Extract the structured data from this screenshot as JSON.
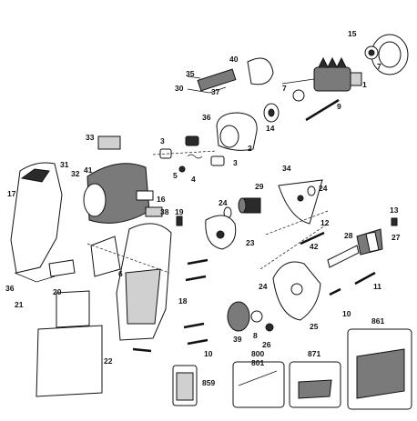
{
  "callouts": {
    "c1": "1",
    "c2": "2",
    "c3a": "3",
    "c3b": "3",
    "c4": "4",
    "c5": "5",
    "c6": "6",
    "c7a": "7",
    "c7b": "7",
    "c8": "8",
    "c9": "9",
    "c10a": "10",
    "c10b": "10",
    "c11": "11",
    "c12": "12",
    "c13": "13",
    "c14": "14",
    "c15": "15",
    "c16": "16",
    "c17": "17",
    "c18": "18",
    "c19": "19",
    "c20": "20",
    "c21": "21",
    "c22": "22",
    "c23": "23",
    "c24a": "24",
    "c24b": "24",
    "c24c": "24",
    "c25": "25",
    "c26": "26",
    "c27": "27",
    "c28": "28",
    "c29": "29",
    "c30": "30",
    "c31": "31",
    "c32": "32",
    "c33": "33",
    "c34": "34",
    "c35": "35",
    "c36a": "36",
    "c36b": "36",
    "c37": "37",
    "c38": "38",
    "c39": "39",
    "c40": "40",
    "c41": "41",
    "c42": "42"
  },
  "accessory_labels": {
    "kit_800_801": [
      "800",
      "801"
    ],
    "charger_871": "871",
    "case_861": "861",
    "badge_859": "859"
  },
  "colors": {
    "ink": "#111111",
    "paper": "#ffffff",
    "fill_dark": "#2a2a2a",
    "fill_mid": "#7a7a7a",
    "fill_light": "#d0d0d0"
  }
}
